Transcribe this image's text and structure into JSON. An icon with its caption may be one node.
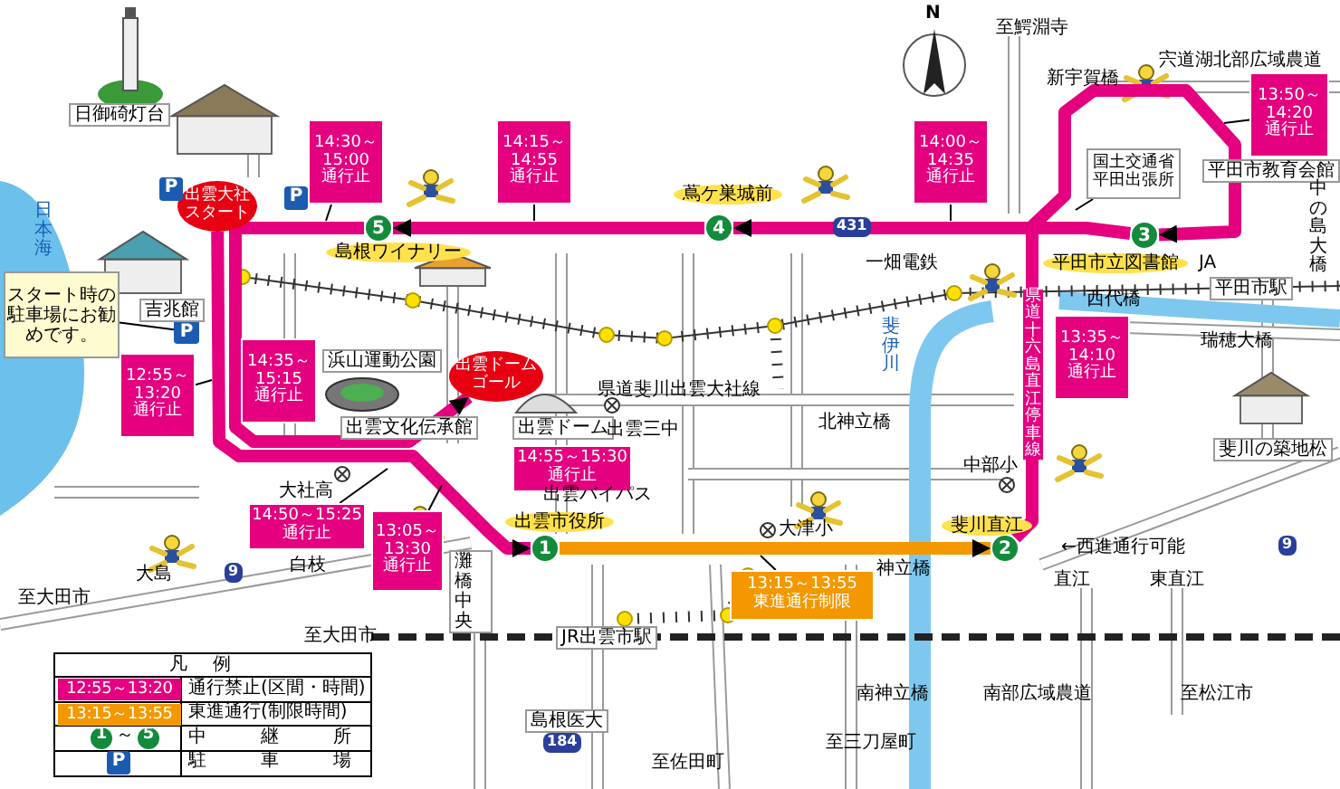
{
  "diagram": {
    "nodes": [
      {
        "text": [
          "出雲大社スタート"
        ]
      },
      {
        "text": [
          "5"
        ],
        "beside": [
          "島根ワイナリー"
        ]
      },
      {
        "text": [
          "4"
        ],
        "beside": [
          "蔦ケ巣城前"
        ]
      },
      {
        "text": [
          "3"
        ],
        "beside": [
          "平田市立図書館"
        ]
      },
      {
        "text": [
          "2"
        ],
        "beside": [
          "斐川直江"
        ]
      },
      {
        "text": [
          "1"
        ],
        "beside": [
          "出雲市役所"
        ]
      },
      {
        "text": [
          "出雲ドームゴール"
        ]
      },
      {
        "text": [
          "14:30～ 15:00 通行止"
        ]
      },
      {
        "text": [
          "14:15～ 14:55 通行止"
        ]
      },
      {
        "text": [
          "14:00～ 14:35 通行止"
        ]
      },
      {
        "text": [
          "13:50～ 14:20 通行止"
        ]
      },
      {
        "text": [
          "13:35～ 14:10 通行止"
        ]
      },
      {
        "text": [
          "12:55～ 13:20 通行止"
        ]
      },
      {
        "text": [
          "14:35～ 15:15 通行止"
        ]
      },
      {
        "text": [
          "14:55～15:30 通行止"
        ]
      },
      {
        "text": [
          "14:50～15:25 通行止"
        ]
      },
      {
        "text": [
          "13:05～ 13:30 通行止"
        ]
      },
      {
        "text": [
          "13:15～13:55 東進通行制限"
        ]
      },
      {
        "text": [
          "スタート時の駐車場にお勧めです。"
        ]
      },
      {
        "text": [
          "P"
        ]
      },
      {
        "text": [
          "国土交通省平田出張所"
        ]
      }
    ],
    "edges": [
      {
        "from": 0,
        "to": 5,
        "arrow": "to",
        "style": "thick",
        "color": "#e4007f"
      },
      {
        "from": 5,
        "to": 4,
        "arrow": "to",
        "style": "thick",
        "color": "#f39800"
      },
      {
        "from": 4,
        "to": 3,
        "arrow": "to",
        "style": "thick",
        "color": "#e4007f"
      },
      {
        "from": 3,
        "to": 2,
        "arrow": "to",
        "style": "thick",
        "color": "#e4007f"
      },
      {
        "from": 2,
        "to": 1,
        "arrow": "to",
        "style": "thick",
        "color": "#e4007f"
      },
      {
        "from": 1,
        "to": 6,
        "arrow": "to",
        "style": "thick",
        "color": "#e4007f"
      },
      {
        "from": 7,
        "to": null,
        "arrow": "none"
      },
      {
        "from": 8,
        "to": null,
        "arrow": "none"
      },
      {
        "from": 9,
        "to": null,
        "arrow": "none"
      },
      {
        "from": 10,
        "to": null,
        "arrow": "none"
      },
      {
        "from": 12,
        "to": null,
        "arrow": "none"
      },
      {
        "from": 15,
        "to": null,
        "arrow": "none"
      },
      {
        "from": 16,
        "to": null,
        "arrow": "none"
      },
      {
        "from": 17,
        "to": null,
        "arrow": "none"
      },
      {
        "from": 18,
        "to": 19,
        "arrow": "none"
      },
      {
        "from": 20,
        "to": null,
        "arrow": "none"
      }
    ],
    "labels": [
      "日御碕灯台",
      "日本海",
      "吉兆館",
      "浜山運動公園",
      "出雲文化伝承館",
      "出雲ドーム",
      "出雲三中",
      "県道斐川出雲大社線",
      "出雲バイパス",
      "大津小",
      "灘橋中央",
      "大社高",
      "白枝",
      "大島",
      "至大田市",
      "至大田市",
      "JR出雲市駅",
      "島根医大",
      "至佐田町",
      "神立橋",
      "北神立橋",
      "中部小",
      "←西進通行可能",
      "直江",
      "東直江",
      "南神立橋",
      "南部広域農道",
      "至三刀屋町",
      "至松江市",
      "斐伊川",
      "一畑電鉄",
      "至鰐淵寺",
      "宍道湖北部広域農道",
      "新宇賀橋",
      "平田市教育会館",
      "中の島大橋",
      "JA",
      "平田市駅",
      "西代橋",
      "瑞穂大橋",
      "県道十六島直江停車線",
      "斐川の築地松",
      "N",
      "431",
      "9",
      "9",
      "184",
      "P",
      "P",
      "凡例",
      "12:55～13:20",
      "13:15～13:55",
      "1",
      "～",
      "5",
      "P"
    ],
    "legend": [
      {
        "text": "通行禁止(区間・時間)",
        "color": "#e4007f"
      },
      {
        "text": "東進通行(制限時間)",
        "color": "#f39800"
      },
      {
        "text": "中継所"
      },
      {
        "text": "駐車場"
      }
    ]
  }
}
